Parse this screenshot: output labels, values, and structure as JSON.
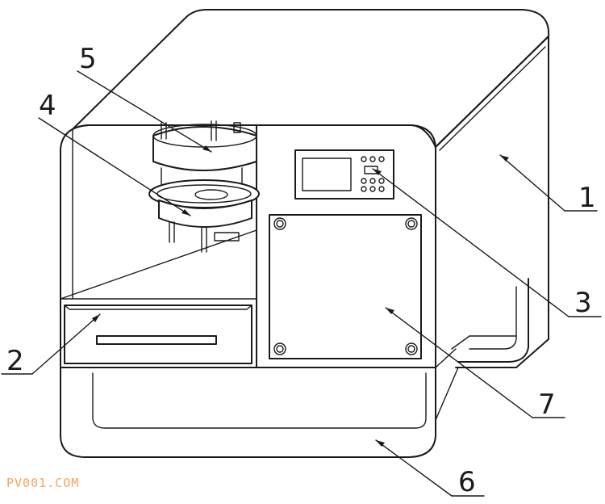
{
  "diagram": {
    "labels": [
      {
        "number": "1",
        "part": "housing"
      },
      {
        "number": "2",
        "part": "drawer"
      },
      {
        "number": "3",
        "part": "control-panel"
      },
      {
        "number": "4",
        "part": "lower-rotating-disc"
      },
      {
        "number": "5",
        "part": "upper-clamping-disc"
      },
      {
        "number": "6",
        "part": "base-frame"
      },
      {
        "number": "7",
        "part": "access-door"
      }
    ]
  },
  "watermark": {
    "text": "PV001.COM",
    "color": "#f4a460"
  },
  "colors": {
    "line": "#1a1a1a",
    "background": "#ffffff"
  }
}
